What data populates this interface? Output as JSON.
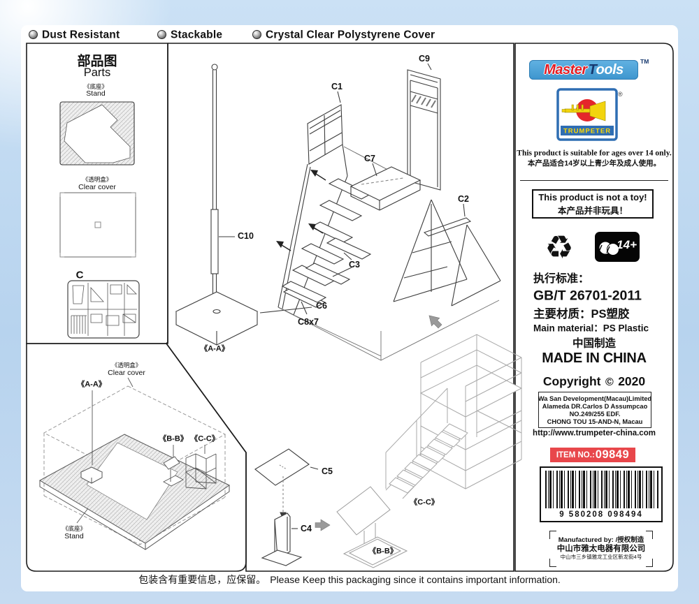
{
  "features": {
    "f1": "Dust Resistant",
    "f2": "Stackable",
    "f3": "Crystal Clear Polystyrene Cover"
  },
  "parts_panel": {
    "title_zh": "部品图",
    "title_en": "Parts",
    "stand_zh": "《底座》",
    "stand_en": "Stand",
    "cover_zh": "《透明盒》",
    "cover_en": "Clear cover",
    "sprue": "C"
  },
  "exploded": {
    "c1": "C1",
    "c2": "C2",
    "c3": "C3",
    "c4": "C4",
    "c5": "C5",
    "c6": "C6",
    "c7": "C7",
    "c9": "C9",
    "c10": "C10",
    "c8x7": "C8x7",
    "aa": "《A-A》",
    "bb": "《B-B》",
    "cc": "《C-C》"
  },
  "assembly": {
    "cover_zh": "《透明盒》",
    "cover_en": "Clear cover",
    "aa": "《A-A》",
    "bb": "《B-B》",
    "cc": "《C-C》",
    "stand_zh": "《底座》",
    "stand_en": "Stand"
  },
  "info": {
    "brand_master": "Master",
    "brand_tools": "Tools",
    "brand_tm": "TM",
    "trumpeter": "TRUMPETER",
    "registered": "®",
    "age_en": "This product is suitable for ages over 14 only.",
    "age_zh": "本产品适合14岁以上青少年及成人使用。",
    "not_toy_en": "This product is not a toy!",
    "not_toy_zh": "本产品并非玩具！",
    "age_badge": "14+",
    "standard_zh": "执行标准：",
    "standard_no": "GB/T 26701-2011",
    "material_zh": "主要材质：PS塑胶",
    "material_en": "Main material：PS Plastic",
    "made_zh": "中国制造",
    "made_en": "MADE IN CHINA",
    "copyright_word": "Copyright",
    "copyright_sym": "©",
    "copyright_year": "2020",
    "address1": "Wa San Development(Macau)Limited",
    "address2": "Alameda DR.Carlos D Assumpcao",
    "address3": "NO.249/255 EDF.",
    "address4": "CHONG TOU 15-AND-N, Macau",
    "website": "http://www.trumpeter-china.com",
    "item_label": "ITEM NO.:",
    "item_value": "09849",
    "barcode": "9 580208 098494",
    "mfg1": "Manufactured by: /授权制造",
    "mfg2": "中山市雅太电器有限公司",
    "mfg3": "中山市三乡镇雅龙工业区新龙街4号"
  },
  "footer": {
    "notice_zh": "包装含有重要信息，应保留。",
    "notice_en": "Please Keep this packaging since it contains important information."
  }
}
